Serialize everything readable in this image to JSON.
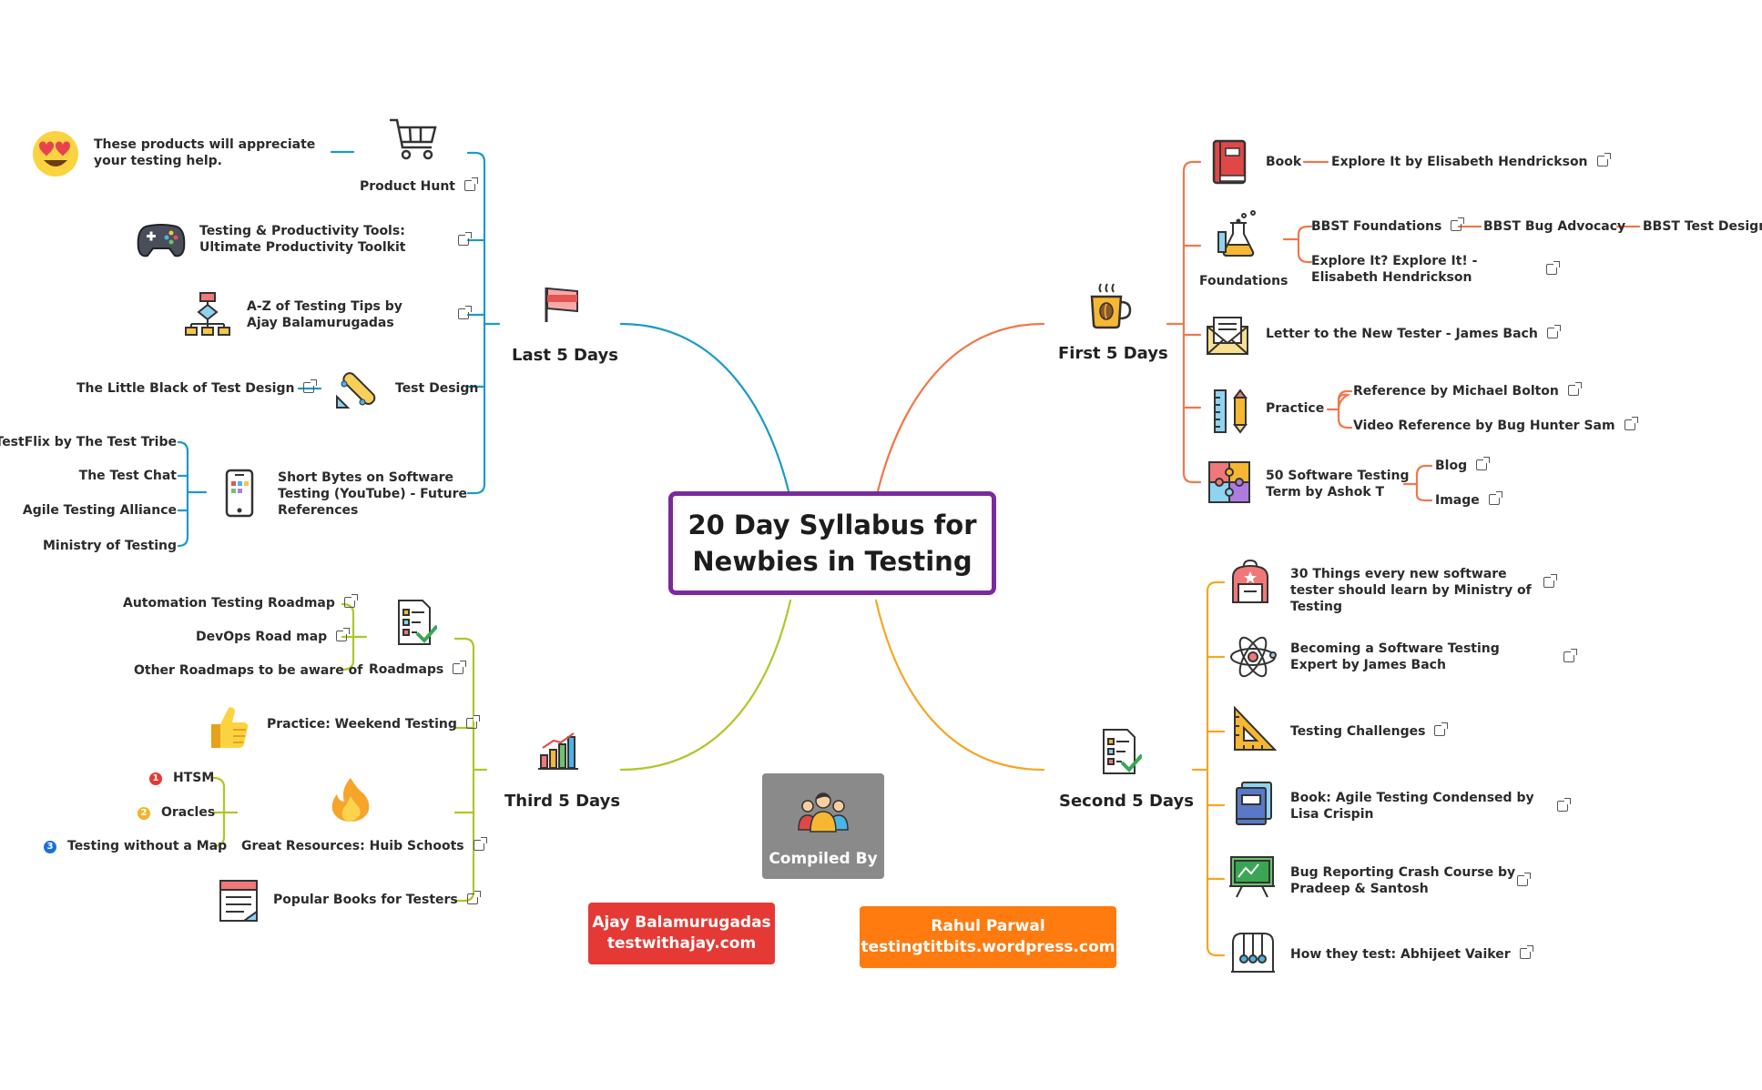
{
  "title": {
    "line1": "20 Day Syllabus for",
    "line2": "Newbies in Testing"
  },
  "colors": {
    "blue": "#1a9bc6",
    "orange_red": "#f0784a",
    "green": "#aac928",
    "orange": "#f6a623",
    "purple": "#7b2a9d",
    "red_badge": "#e53935",
    "orange_badge": "#ff7b0f",
    "gray_box": "#8a8a8a"
  },
  "compiled": {
    "label": "Compiled By",
    "icon": "team-icon"
  },
  "authors": [
    {
      "name": "Ajay Balamurugadas",
      "site": "testwithajay.com"
    },
    {
      "name": "Rahul Parwal",
      "site": "testingtitbits.wordpress.com"
    }
  ],
  "branches": {
    "last": {
      "label": "Last 5 Days",
      "icon": "flag-icon",
      "product_hunt": {
        "label": "Product Hunt",
        "note": "These products will appreciate your testing help.",
        "icon": "cart-icon",
        "note_icon": "heart-eyes-emoji-icon"
      },
      "tools": {
        "label": "Testing & Productivity Tools: Ultimate Productivity Toolkit",
        "icon": "gamepad-icon"
      },
      "az": {
        "label": "A-Z of Testing Tips by Ajay Balamurugadas",
        "icon": "flowchart-icon"
      },
      "design": {
        "label": "Test Design",
        "child": "The Little Black of Test Design",
        "icon": "skateboard-icon"
      },
      "bytes": {
        "label": "Short Bytes on Software Testing (YouTube) - Future References",
        "icon": "phone-icon",
        "children": [
          "TestFlix by The Test Tribe",
          "The Test Chat",
          "Agile Testing Alliance",
          "Ministry of Testing"
        ]
      }
    },
    "first": {
      "label": "First 5 Days",
      "icon": "coffee-icon",
      "book": {
        "label": "Book",
        "child": "Explore It by Elisabeth Hendrickson",
        "icon": "book-icon"
      },
      "foundations": {
        "label": "Foundations",
        "icon": "flask-icon",
        "bbst": [
          "BBST Foundations",
          "BBST Bug Advocacy",
          "BBST Test Design"
        ],
        "explore": "Explore It? Explore It! - Elisabeth Hendrickson"
      },
      "letter": {
        "label": "Letter to the New Tester - James Bach",
        "icon": "letter-icon"
      },
      "practice": {
        "label": "Practice",
        "icon": "ruler-pencil-icon",
        "children": [
          "Reference by Michael Bolton",
          "Video Reference by Bug Hunter Sam"
        ]
      },
      "terms": {
        "label": "50 Software Testing Term by Ashok T",
        "icon": "puzzle-icon",
        "children": [
          "Blog",
          "Image"
        ]
      }
    },
    "second": {
      "label": "Second 5 Days",
      "icon": "checklist-icon",
      "items": [
        {
          "label": "30 Things every new software tester should learn by Ministry of Testing",
          "icon": "backpack-icon"
        },
        {
          "label": "Becoming a Software Testing Expert by James Bach",
          "icon": "atom-icon"
        },
        {
          "label": "Testing Challenges",
          "icon": "set-square-icon"
        },
        {
          "label": "Book: Agile Testing Condensed by Lisa Crispin",
          "icon": "books-icon"
        },
        {
          "label": "Bug Reporting Crash Course by Pradeep & Santosh",
          "icon": "chalkboard-icon"
        },
        {
          "label": "How they test: Abhijeet Vaiker",
          "icon": "cradle-icon"
        }
      ]
    },
    "third": {
      "label": "Third 5 Days",
      "icon": "bar-chart-icon",
      "roadmaps": {
        "label": "Roadmaps",
        "icon": "checklist-icon",
        "children": [
          "Automation Testing Roadmap",
          "DevOps Road map",
          "Other Roadmaps to be aware of"
        ]
      },
      "weekend": {
        "label": "Practice: Weekend Testing",
        "icon": "thumbs-up-icon"
      },
      "huib": {
        "label": "Great Resources: Huib Schoots",
        "icon": "fire-icon",
        "children": [
          {
            "n": "1",
            "label": "HTSM"
          },
          {
            "n": "2",
            "label": "Oracles"
          },
          {
            "n": "3",
            "label": "Testing without a Map"
          }
        ]
      },
      "books": {
        "label": "Popular Books for Testers",
        "icon": "calendar-doc-icon"
      }
    }
  }
}
